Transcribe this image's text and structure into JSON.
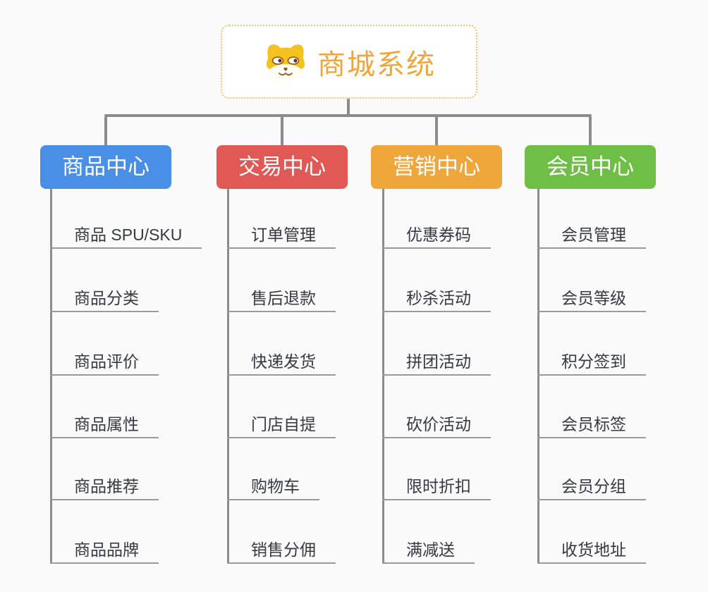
{
  "page": {
    "background": "#FAFAFA",
    "connector_color": "#8C8C8C",
    "leaf_line_color": "#9A9A9A",
    "leaf_text_color": "#36393F"
  },
  "root": {
    "title": "商城系统",
    "icon": "dog-face-icon",
    "text_color": "#F0A63C",
    "border_color": "#F2BE72",
    "background": "#FFFFFF"
  },
  "branches": [
    {
      "id": "product",
      "label": "商品中心",
      "color": "#4A8FE6",
      "items": [
        "商品 SPU/SKU",
        "商品分类",
        "商品评价",
        "商品属性",
        "商品推荐",
        "商品品牌"
      ]
    },
    {
      "id": "trade",
      "label": "交易中心",
      "color": "#E15955",
      "items": [
        "订单管理",
        "售后退款",
        "快递发货",
        "门店自提",
        "购物车",
        "销售分佣"
      ]
    },
    {
      "id": "marketing",
      "label": "营销中心",
      "color": "#EFA63B",
      "items": [
        "优惠券码",
        "秒杀活动",
        "拼团活动",
        "砍价活动",
        "限时折扣",
        "满减送"
      ]
    },
    {
      "id": "member",
      "label": "会员中心",
      "color": "#6FBE45",
      "items": [
        "会员管理",
        "会员等级",
        "积分签到",
        "会员标签",
        "会员分组",
        "收货地址"
      ]
    }
  ]
}
